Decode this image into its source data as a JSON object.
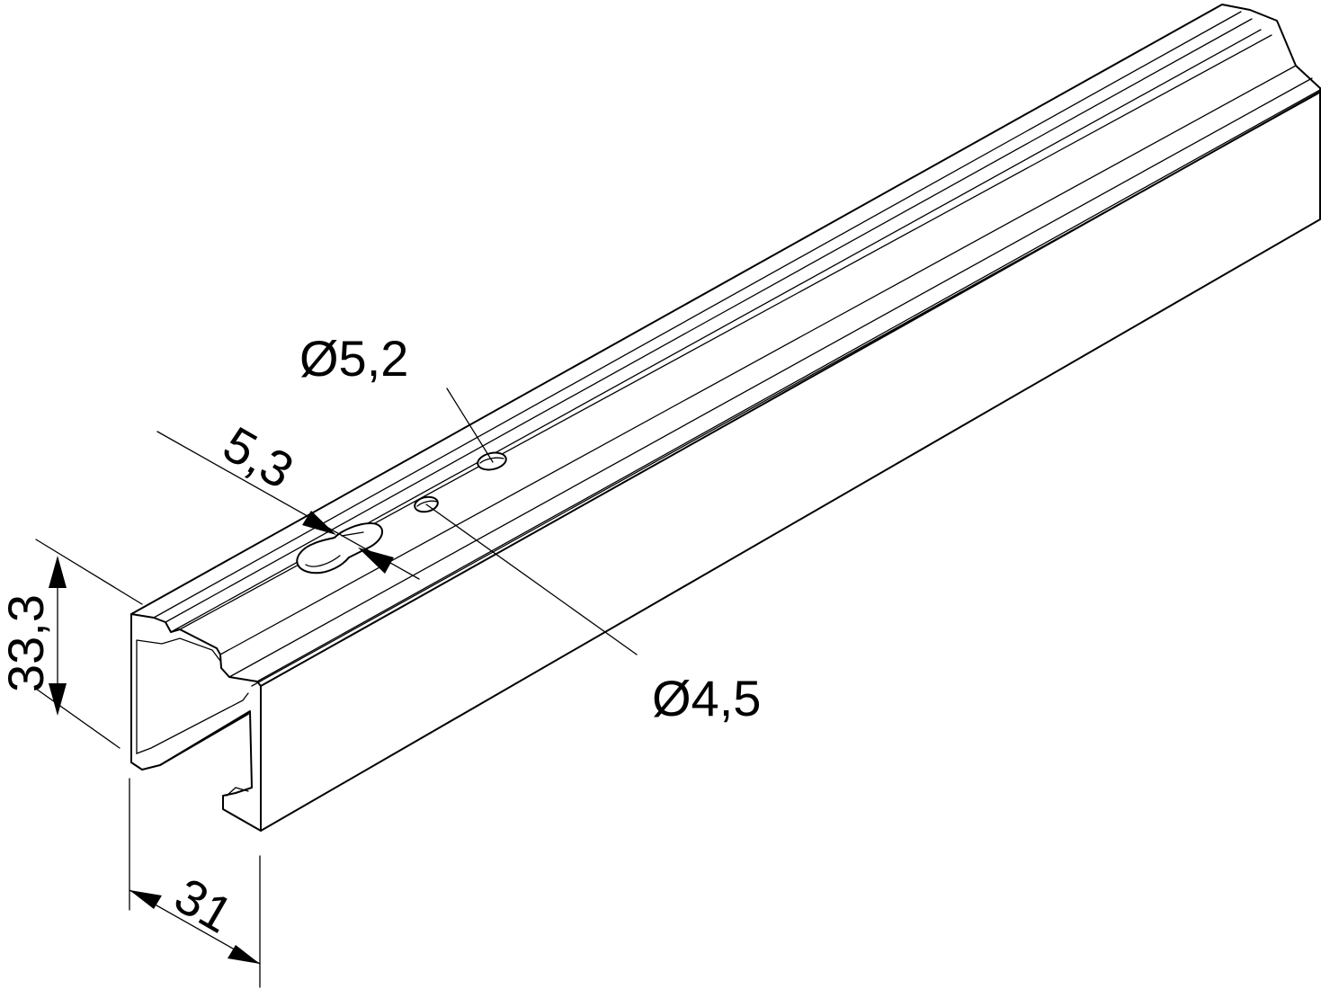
{
  "drawing": {
    "dimensions": {
      "height": "33,3",
      "width": "31",
      "slot_offset": "5,3",
      "hole_large": "Ø5,2",
      "hole_small": "Ø4,5"
    }
  }
}
